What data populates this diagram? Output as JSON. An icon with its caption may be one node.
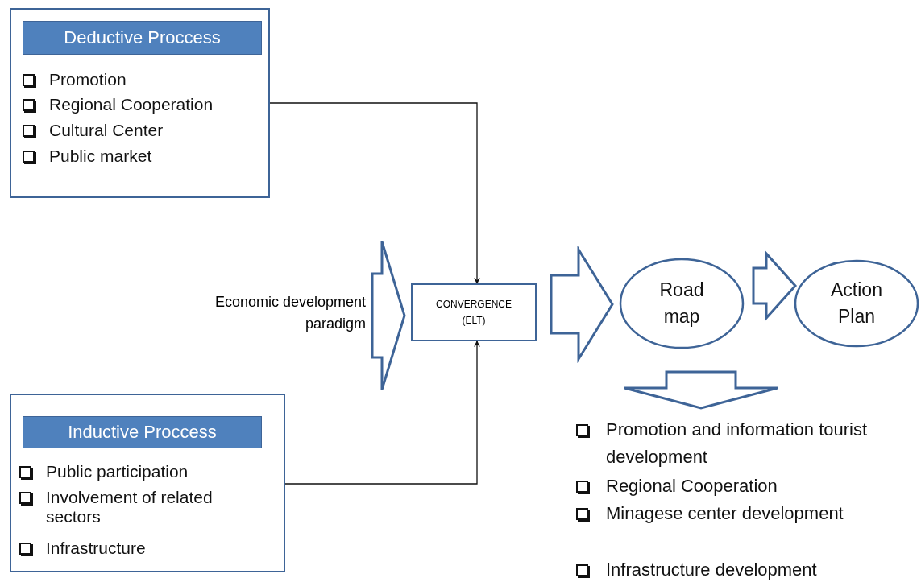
{
  "diagram": {
    "nodes": [
      {
        "text": [
          "Promotion",
          "Regional Cooperation",
          "Cultural Center",
          "Public market"
        ]
      },
      {
        "text": [
          "Deductive Proccess"
        ],
        "in": 0
      },
      {
        "text": [
          "Public participation",
          "Involvement of related sectors",
          "Infrastructure"
        ]
      },
      {
        "text": [
          "Inductive Proccess"
        ],
        "in": 2
      },
      {
        "text": [
          "Economic development paradigm"
        ]
      },
      {
        "text": [
          "CONVERGENCE (ELT)"
        ]
      },
      {
        "text": [
          "Road map"
        ]
      },
      {
        "text": [
          "Action Plan"
        ]
      },
      {
        "text": [
          "Promotion and information tourist development",
          "Regional Cooperation",
          "Minagese center development",
          "Infrastructure development"
        ]
      }
    ],
    "edges": [
      {
        "from": 0,
        "to": 5,
        "arrow": "to"
      },
      {
        "from": 2,
        "to": 5,
        "arrow": "to"
      },
      {
        "from": 4,
        "to": 5,
        "arrow": "to",
        "style": "thick"
      },
      {
        "from": 5,
        "to": 6,
        "arrow": "to",
        "style": "thick"
      },
      {
        "from": 6,
        "to": 7,
        "arrow": "to",
        "style": "thick"
      },
      {
        "from": 6,
        "to": 8,
        "arrow": "to",
        "style": "thick"
      }
    ]
  }
}
